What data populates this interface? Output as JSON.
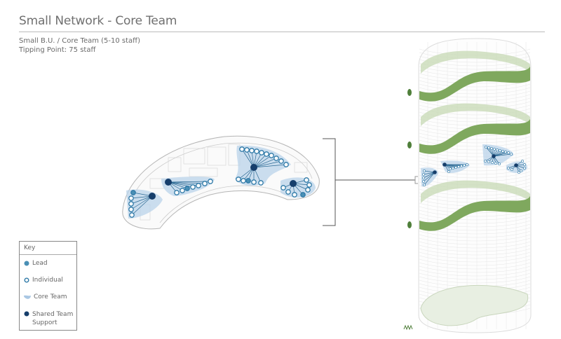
{
  "header": {
    "title": "Small Network - Core Team",
    "subtitle_line1": "Small B.U. / Core Team (5-10 staff)",
    "subtitle_line2": "Tipping Point: 75 staff"
  },
  "key": {
    "title": "Key",
    "items": [
      {
        "label": "Lead",
        "icon": "lead-dot-icon"
      },
      {
        "label": "Individual",
        "icon": "individual-ring-icon"
      },
      {
        "label": "Core Team",
        "icon": "core-team-blob-icon"
      },
      {
        "label": "Shared Team Support",
        "icon": "shared-support-dot-icon"
      }
    ]
  },
  "colors": {
    "lead": "#4a8fb5",
    "individual": "#2f7aa8",
    "core_team": "#b9d3ea",
    "shared_support": "#163e6b",
    "green_band": "#7fa85e",
    "green_light": "#c9dbb8"
  }
}
